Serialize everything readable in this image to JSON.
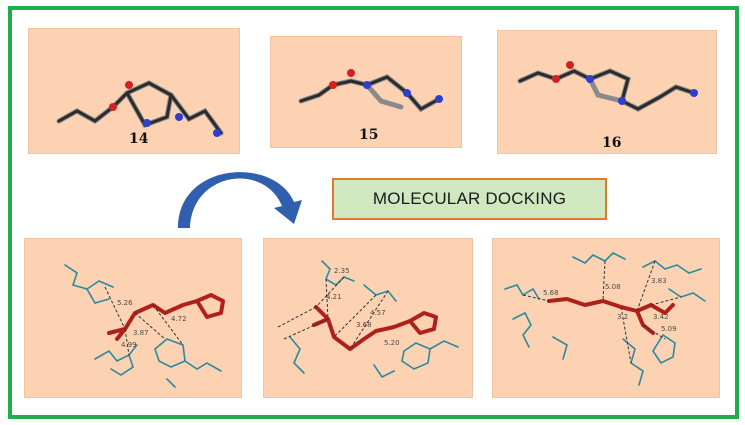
{
  "header": {
    "docking_label": "MOLECULAR DOCKING"
  },
  "compounds": [
    {
      "label": "14"
    },
    {
      "label": "15"
    },
    {
      "label": "16"
    }
  ],
  "docking_panels": [
    {
      "distances": [
        "5.26",
        "3.87",
        "4.72",
        "4.99"
      ]
    },
    {
      "distances": [
        "2.35",
        "4.21",
        "4.57",
        "3.68",
        "5.20"
      ]
    },
    {
      "distances": [
        "5.68",
        "5.08",
        "3.83",
        "3.2",
        "3.42",
        "5.09"
      ]
    }
  ],
  "colors": {
    "frame": "#1fae4b",
    "panel": "#fcd2b2",
    "docking_box": "#cfe8c0",
    "docking_border": "#e07a2e",
    "arrow": "#2f5fae",
    "ligand": "#b0201a",
    "residue": "#2a8aa0"
  }
}
